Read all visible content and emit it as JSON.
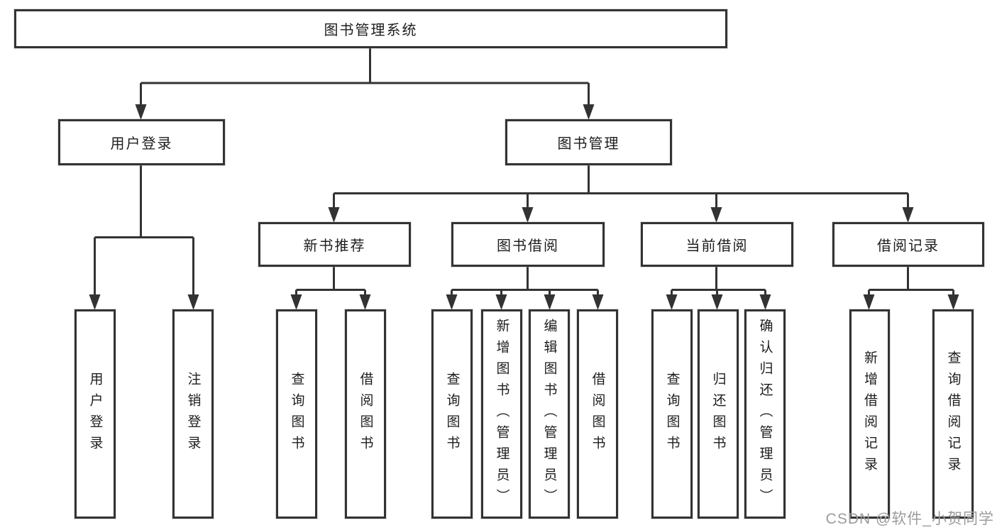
{
  "tree": {
    "label": "图书管理系统",
    "children": [
      {
        "label": "用户登录",
        "children": [
          {
            "label": "用户登录"
          },
          {
            "label": "注销登录"
          }
        ]
      },
      {
        "label": "图书管理",
        "children": [
          {
            "label": "新书推荐",
            "children": [
              {
                "label": "查询图书"
              },
              {
                "label": "借阅图书"
              }
            ]
          },
          {
            "label": "图书借阅",
            "children": [
              {
                "label": "查询图书"
              },
              {
                "label": "新增图书（管理员）"
              },
              {
                "label": "编辑图书（管理员）"
              },
              {
                "label": "借阅图书"
              }
            ]
          },
          {
            "label": "当前借阅",
            "children": [
              {
                "label": "查询图书"
              },
              {
                "label": "归还图书"
              },
              {
                "label": "确认归还（管理员）"
              }
            ]
          },
          {
            "label": "借阅记录",
            "children": [
              {
                "label": "新增借阅记录"
              },
              {
                "label": "查询借阅记录"
              }
            ]
          }
        ]
      }
    ]
  },
  "watermark": {
    "text": "CSDN @软件_小贺同学"
  },
  "colors": {
    "line": "#333333",
    "text": "#1d1d1d",
    "watermark": "#9c9c9c",
    "background": "#ffffff"
  }
}
